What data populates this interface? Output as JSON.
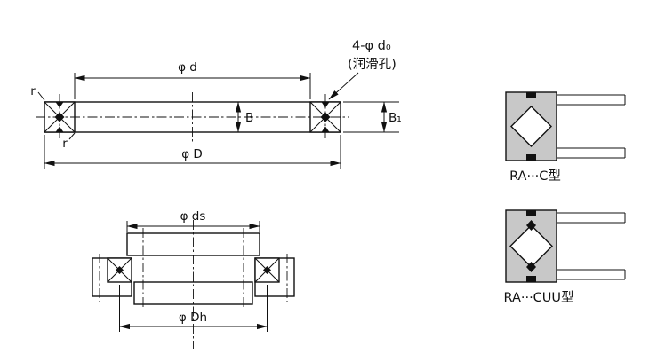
{
  "front_view": {
    "dim_d": "φ d",
    "dim_D": "φ D",
    "dim_B": "B",
    "dim_B1": "B₁",
    "r_top": "r",
    "r_bottom": "r",
    "holes": "4-φ d₀",
    "holes_note": "(润滑孔)"
  },
  "section_view": {
    "dim_ds": "φ ds",
    "dim_Dh": "φ Dh"
  },
  "details": {
    "type_c": "RA···C型",
    "type_cuu": "RA···CUU型"
  },
  "colors": {
    "line": "#111111",
    "ring_fill": "#c8c8c8",
    "background": "#ffffff"
  }
}
